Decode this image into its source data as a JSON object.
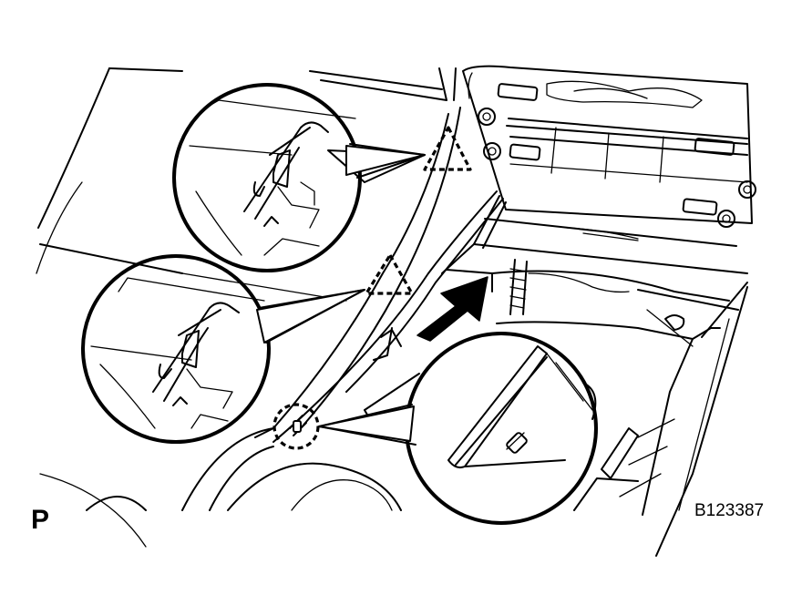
{
  "labels": {
    "view_letter": "P",
    "figure_id": "B123387"
  },
  "colors": {
    "line": "#000000",
    "background": "#ffffff"
  },
  "icons": {
    "arrow": "push-direction-arrow",
    "triangle": "dashed-triangle-clip-marker",
    "circle": "dashed-circle-claw-marker"
  }
}
